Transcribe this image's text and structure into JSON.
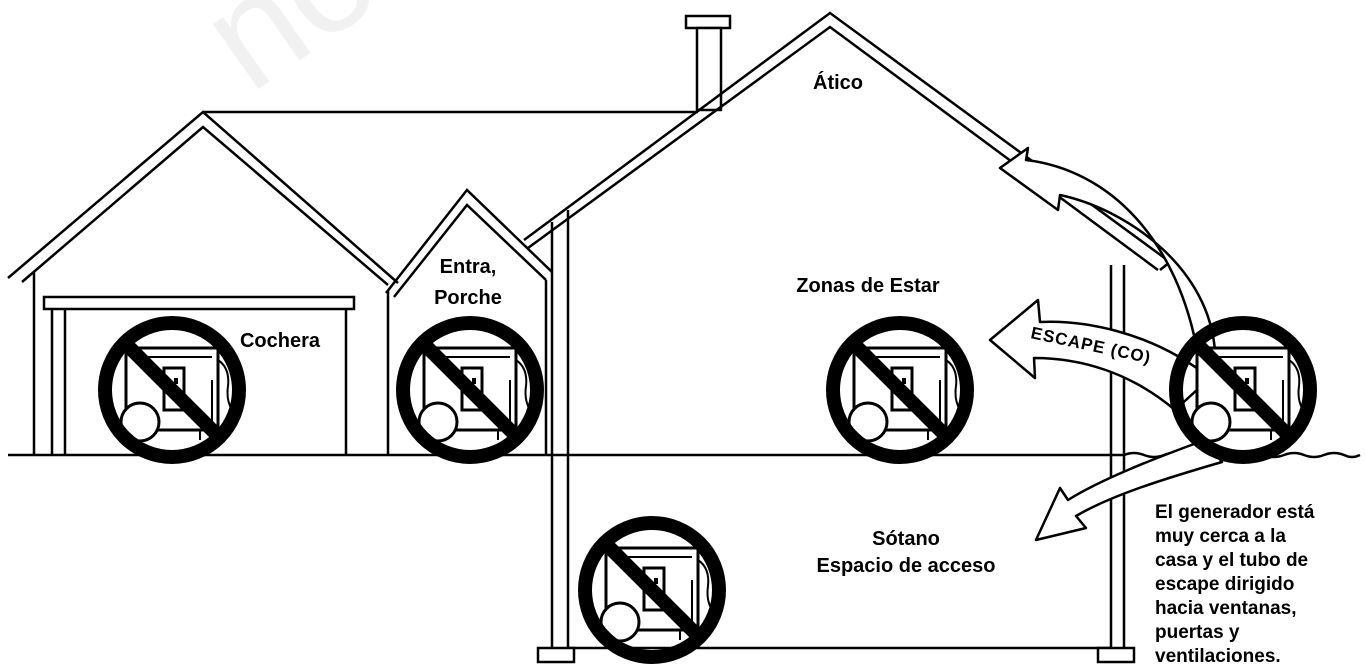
{
  "labels": {
    "attic": "Ático",
    "entry_line1": "Entra,",
    "entry_line2": "Porche",
    "garage": "Cochera",
    "living": "Zonas de Estar",
    "basement_line1": "Sótano",
    "basement_line2": "Espacio de acceso",
    "exhaust": "ESCAPE (CO)"
  },
  "warning_note": [
    "El generador está",
    "muy cerca a la",
    "casa y el tubo de",
    "escape dirigido",
    "hacia ventanas,",
    "puertas y",
    "ventilaciones."
  ],
  "prohibited_locations": [
    "garage",
    "entry-porch",
    "living-area",
    "basement-crawlspace",
    "outside-near-house"
  ],
  "icons": {
    "prohibition": "prohibition-sign-icon",
    "generator": "generator-icon",
    "exhaust_arrow": "exhaust-arrow-icon"
  },
  "colors": {
    "line": "#000000",
    "background": "#ffffff",
    "arrow_fill": "#ffffff"
  }
}
